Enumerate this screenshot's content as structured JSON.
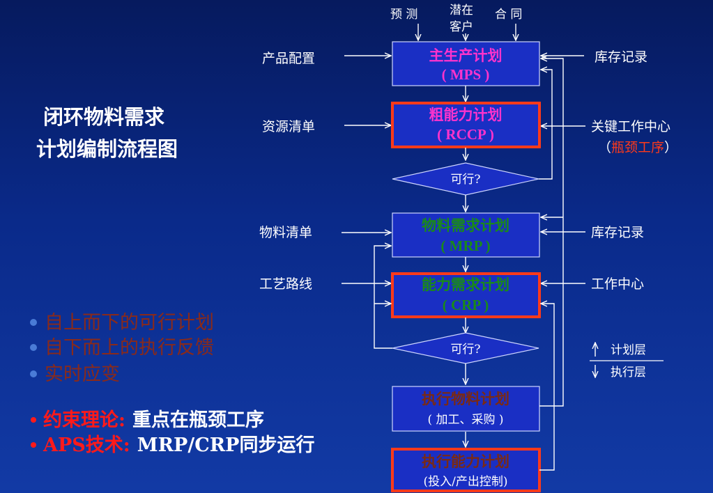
{
  "title": {
    "line1": "闭环物料需求",
    "line2": "计划编制流程图"
  },
  "top_inputs": {
    "forecast": "预 测",
    "potential_1": "潜在",
    "potential_2": "客户",
    "contract": "合 同"
  },
  "left_inputs": {
    "product_config": "产品配置",
    "resource_list": "资源清单",
    "material_list": "物料清单",
    "process_route": "工艺路线"
  },
  "right_inputs": {
    "inventory_1": "库存记录",
    "key_center": "关键工作中心",
    "bottleneck_open": "（",
    "bottleneck": "瓶颈工序",
    "bottleneck_close": "）",
    "inventory_2": "库存记录",
    "work_center": "工作中心"
  },
  "boxes": {
    "mps": {
      "title": "主生产计划",
      "sub": "( MPS )"
    },
    "rccp": {
      "title": "粗能力计划",
      "sub": "( RCCP )"
    },
    "feasible_1": "可行?",
    "mrp": {
      "title": "物料需求计划",
      "sub": "( MRP )"
    },
    "crp": {
      "title": "能力需求计划",
      "sub": "( CRP )"
    },
    "feasible_2": "可行?",
    "exec_material": {
      "title": "执行物料计划",
      "sub": "( 加工、采购 )"
    },
    "exec_capacity": {
      "title": "执行能力计划",
      "sub": "(投入/产出控制)"
    }
  },
  "layers": {
    "plan": "计划层",
    "execute": "执行层"
  },
  "bullets": [
    "自上而下的可行计划",
    "自下而上的执行反馈",
    "实时应变"
  ],
  "notes": [
    {
      "label": "约束理论:",
      "text": "重点在瓶颈工序"
    },
    {
      "label": "APS技术:",
      "text": "MRP/CRP同步运行"
    }
  ],
  "colors": {
    "box_fill": "#1a2fc4",
    "red_border": "#ff3a1a",
    "magenta": "#ff33cc",
    "green": "#1a8a1a",
    "brown": "#7a2a14",
    "red_text": "#ff1a1a"
  }
}
